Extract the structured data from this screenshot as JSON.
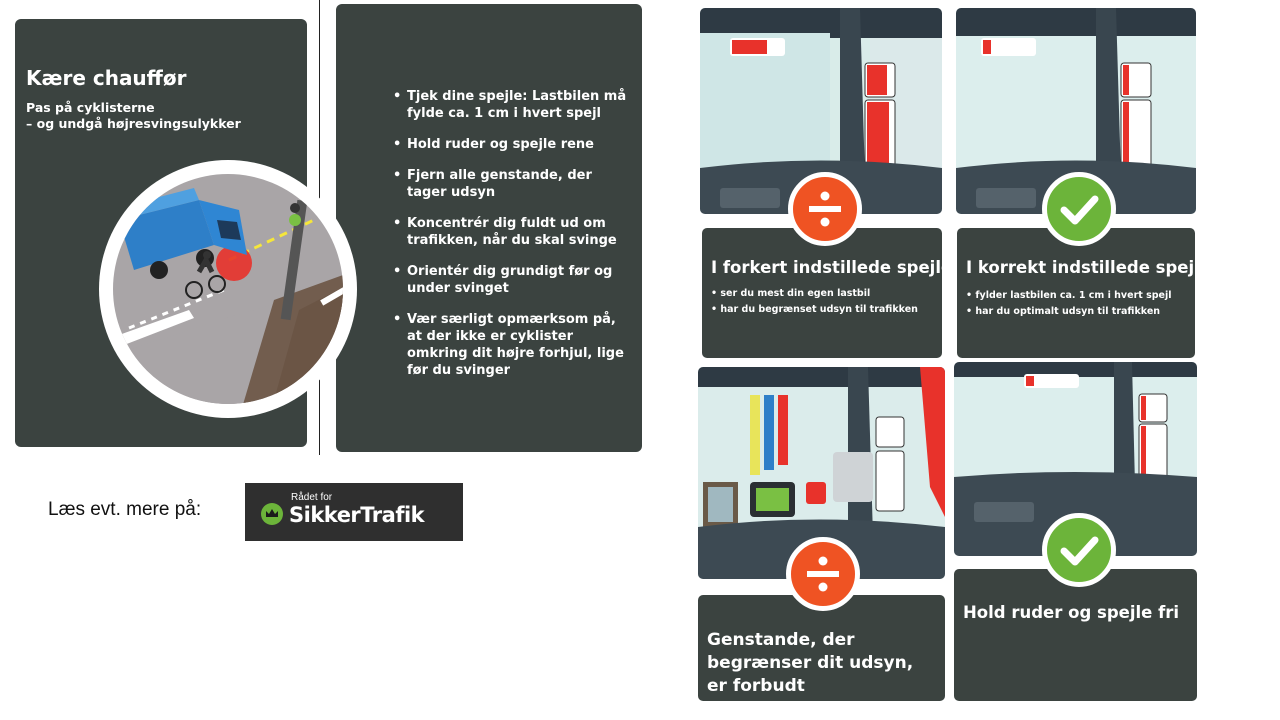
{
  "left_card": {
    "title": "Kære chauffør",
    "subtitle_line1": "Pas på cyklisterne",
    "subtitle_line2": "– og undgå højresvingsulykker"
  },
  "tips": [
    "Tjek dine spejle: Lastbilen må fylde ca. 1 cm i hvert spejl",
    "Hold ruder og spejle rene",
    "Fjern alle genstande, der tager udsyn",
    "Koncentrér dig fuldt ud om trafikken, når du skal svinge",
    "Orientér dig grundigt før og under svinget",
    "Vær særligt opmærksom på, at der ikke er cyklister omkring dit højre forhjul, lige før du svinger"
  ],
  "read_more": "Læs evt. mere på:",
  "logo": {
    "small": "Rådet for",
    "big": "SikkerTrafik"
  },
  "panels": {
    "wrong": {
      "title": "I forkert indstillede spejle",
      "lines": [
        "• ser du mest din egen lastbil",
        "• har du begrænset udsyn til trafikken"
      ],
      "badge_icon": "divide-icon"
    },
    "correct": {
      "title": "I korrekt indstillede spejle",
      "lines": [
        "• fylder lastbilen ca.  1 cm i hvert spejl",
        "• har du optimalt udsyn til trafikken"
      ],
      "badge_icon": "check-icon"
    },
    "objects": {
      "title": "Genstande, der begrænser dit udsyn, er forbudt",
      "badge_icon": "divide-icon"
    },
    "clear": {
      "title": "Hold ruder og spejle fri",
      "badge_icon": "check-icon"
    }
  },
  "colors": {
    "panel": "#3b4340",
    "bad": "#ef5323",
    "good": "#6cb43a",
    "mirror_red": "#e8322b"
  }
}
